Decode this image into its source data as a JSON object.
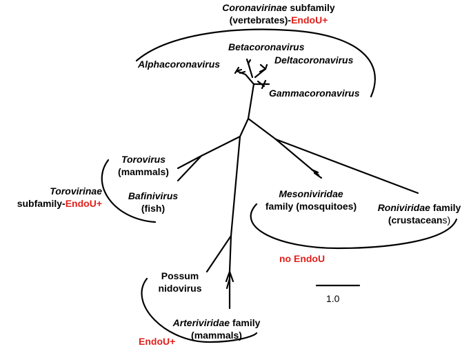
{
  "coronavirinae": {
    "name": "Coronavirinae",
    "rank": " subfamily",
    "host": "(vertebrates)-",
    "endou": "EndoU+"
  },
  "genera": {
    "beta": "Betacoronavirus",
    "alpha": "Alphacoronavirus",
    "delta": "Deltacoronavirus",
    "gamma": "Gammacoronavirus"
  },
  "torovirus": {
    "name": "Torovirus",
    "host": "(mammals)"
  },
  "bafinivirus": {
    "name": "Bafinivirus",
    "host": "(fish)"
  },
  "torovirinae": {
    "name": "Torovirinae",
    "rank": "subfamily-",
    "endou": "EndoU+"
  },
  "mesoniviridae": {
    "name": "Mesoniviridae",
    "rest": "family (mosquitoes)"
  },
  "roniviridae": {
    "name": "Roniviridae",
    "rank": " family",
    "host_main": "(crustacean",
    "host_tail": "s)"
  },
  "no_endou": "no EndoU",
  "possum": {
    "line1": "Possum",
    "line2": "nidovirus"
  },
  "arteriviridae": {
    "name": "Arteriviridae",
    "rank": " family",
    "host": "(mammals)"
  },
  "arteri_endou": "EndoU+",
  "scale": {
    "label": "1.0"
  },
  "colors": {
    "tree": "#000000",
    "endou_text": "#e0201b"
  }
}
